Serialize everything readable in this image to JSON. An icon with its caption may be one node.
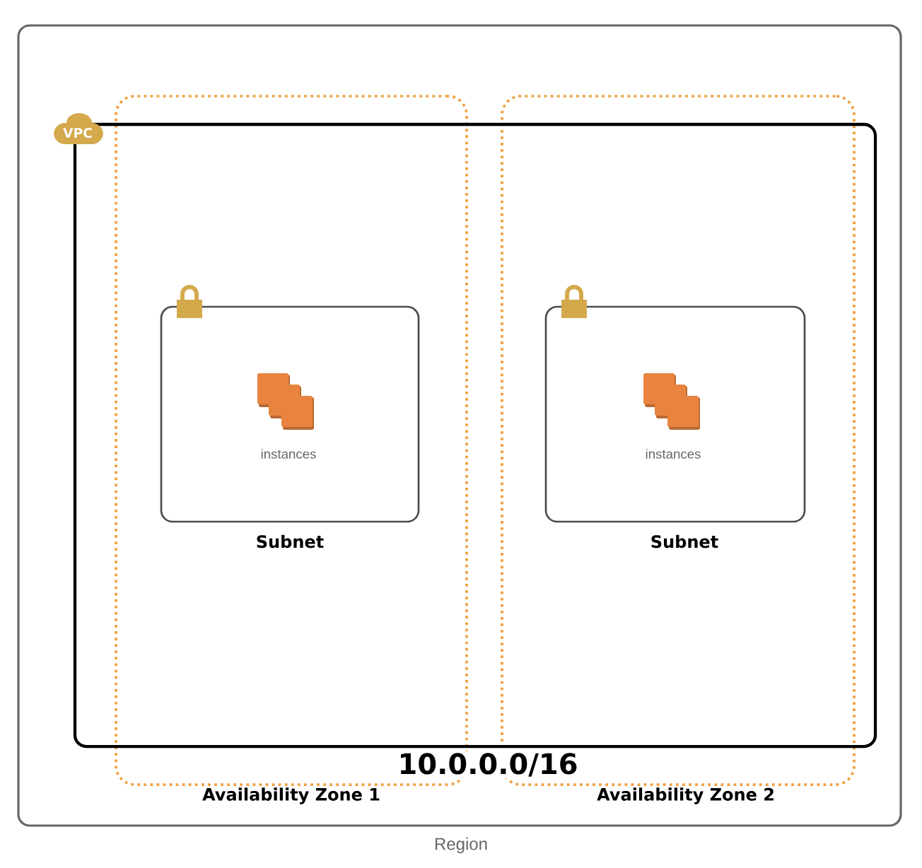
{
  "diagram": {
    "nodes": [
      {
        "text": [
          "Region"
        ]
      },
      {
        "text": [
          "VPC",
          "10.0.0.0/16"
        ],
        "in": 0
      },
      {
        "text": [
          "Availability Zone 1"
        ],
        "in": 0
      },
      {
        "text": [
          "Availability Zone 2"
        ],
        "in": 0
      },
      {
        "text": [],
        "shape": "box",
        "in": 2
      },
      {
        "text": [
          "instances"
        ],
        "in": 4
      },
      {
        "text": [],
        "shape": "box",
        "in": 3
      },
      {
        "text": [
          "instances"
        ],
        "in": 6
      }
    ],
    "labels": [
      "Subnet",
      "Subnet"
    ]
  }
}
